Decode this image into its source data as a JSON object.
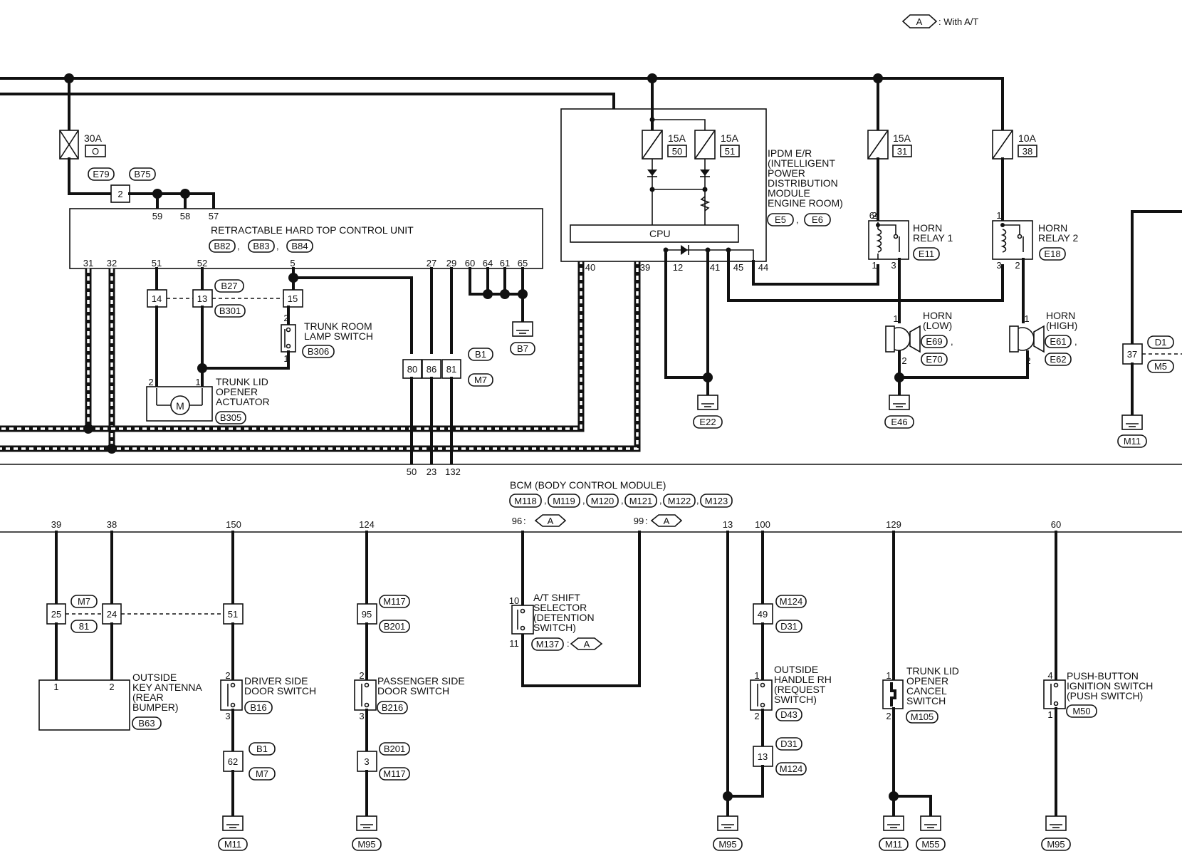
{
  "legend": {
    "tag": "A",
    "text": ": With A/T"
  },
  "fuses": {
    "f30a": {
      "amp": "30A",
      "no": "O"
    },
    "f15a_50": {
      "amp": "15A",
      "no": "50"
    },
    "f15a_51": {
      "amp": "15A",
      "no": "51"
    },
    "f15a_31": {
      "amp": "15A",
      "no": "31"
    },
    "f10a_38": {
      "amp": "10A",
      "no": "38"
    }
  },
  "connectors": {
    "E79": "E79",
    "B75": "B75",
    "B82": "B82",
    "B83": "B83",
    "B84": "B84",
    "B27": "B27",
    "B301": "B301",
    "B306": "B306",
    "B305": "B305",
    "B1": "B1",
    "M7": "M7",
    "B7": "B7",
    "E5": "E5",
    "E6": "E6",
    "E11": "E11",
    "E18": "E18",
    "E69": "E69",
    "E70": "E70",
    "E61": "E61",
    "E62": "E62",
    "E22": "E22",
    "E46": "E46",
    "D1": "D1",
    "M5": "M5",
    "M11": "M11",
    "M118": "M118",
    "M119": "M119",
    "M120": "M120",
    "M121": "M121",
    "M122": "M122",
    "M123": "M123",
    "B1b": "81",
    "B63": "B63",
    "B16": "B16",
    "B1c": "B1",
    "M7c": "M7",
    "M11b": "M11",
    "M117": "M117",
    "B201": "B201",
    "B216": "B216",
    "B201b": "B201",
    "M117b": "M117",
    "M95": "M95",
    "M137": "M137",
    "M124": "M124",
    "D31": "D31",
    "D43": "D43",
    "D31b": "D31",
    "M124b": "M124",
    "M95b": "M95",
    "M105": "M105",
    "M11c": "M11",
    "M55": "M55",
    "M50": "M50",
    "M95c": "M95"
  },
  "joints": {
    "j2": "2",
    "j14": "14",
    "j13": "13",
    "j15": "15",
    "j80": "80",
    "j86": "86",
    "j81": "81",
    "j37": "37",
    "j25": "25",
    "j24": "24",
    "j51": "51",
    "j62": "62",
    "j95": "95",
    "j3": "3",
    "j49": "49",
    "j13b": "13"
  },
  "components": {
    "rhtcu": "RETRACTABLE HARD TOP CONTROL UNIT",
    "ipdm": [
      "IPDM E/R",
      "(INTELLIGENT",
      " POWER",
      " DISTRIBUTION",
      " MODULE",
      " ENGINE ROOM)"
    ],
    "cpu": "CPU",
    "relay1": [
      "HORN",
      "RELAY 1"
    ],
    "relay2": [
      "HORN",
      "RELAY 2"
    ],
    "hornlow": [
      "HORN",
      "(LOW)"
    ],
    "hornhigh": [
      "HORN",
      "(HIGH)"
    ],
    "trunkroom": [
      "TRUNK ROOM",
      "LAMP SWITCH"
    ],
    "actuator": [
      "TRUNK LID",
      "OPENER",
      "ACTUATOR"
    ],
    "bcm": "BCM (BODY CONTROL MODULE)",
    "antenna": [
      "OUTSIDE",
      "KEY ANTENNA",
      "(REAR",
      "BUMPER)"
    ],
    "driverdoor": [
      "DRIVER SIDE",
      "DOOR SWITCH"
    ],
    "passdoor": [
      "PASSENGER SIDE",
      "DOOR SWITCH"
    ],
    "atshift": [
      "A/T SHIFT",
      "SELECTOR",
      "(DETENTION",
      " SWITCH)"
    ],
    "outhandle": [
      "OUTSIDE",
      "HANDLE RH",
      "(REQUEST",
      " SWITCH)"
    ],
    "trunkcancel": [
      "TRUNK LID",
      "OPENER",
      "CANCEL",
      "SWITCH"
    ],
    "pushbtn": [
      "PUSH-BUTTON",
      "IGNITION SWITCH",
      "(PUSH SWITCH)"
    ]
  },
  "pins": {
    "rh59": "59",
    "rh58": "58",
    "rh57": "57",
    "rh31": "31",
    "rh32": "32",
    "rh51": "51",
    "rh52": "52",
    "rh5": "5",
    "rh27": "27",
    "rh29": "29",
    "rh60": "60",
    "rh64": "64",
    "rh61": "61",
    "rh65": "65",
    "ip40": "40",
    "ip39": "39",
    "ip12": "12",
    "ip41": "41",
    "ip45": "45",
    "ip44": "44",
    "bot50": "50",
    "bot23": "23",
    "bot132": "132",
    "bc39": "39",
    "bc38": "38",
    "bc150": "150",
    "bc124": "124",
    "bc96": "96",
    "bc99": "99",
    "bc13": "13",
    "bc100": "100",
    "bc129": "129",
    "bc60": "60"
  }
}
